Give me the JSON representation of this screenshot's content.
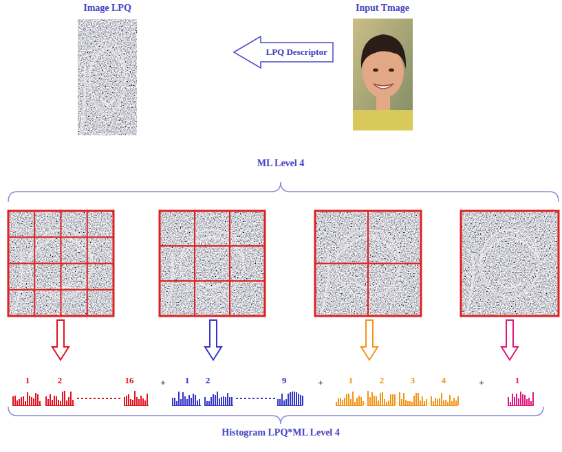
{
  "diagram": {
    "nodes": [
      {
        "text": [
          "Image LPQ"
        ]
      },
      {
        "text": [
          "LPQ Descriptor"
        ]
      },
      {
        "text": [
          "Input Tmage"
        ]
      }
    ],
    "labels": [
      "ML Level 4",
      "1",
      "2",
      "16",
      "+",
      "1",
      "2",
      "9",
      "+",
      "1",
      "2",
      "3",
      "4",
      "+",
      "1",
      "Histogram LPQ*ML Level 4"
    ]
  }
}
